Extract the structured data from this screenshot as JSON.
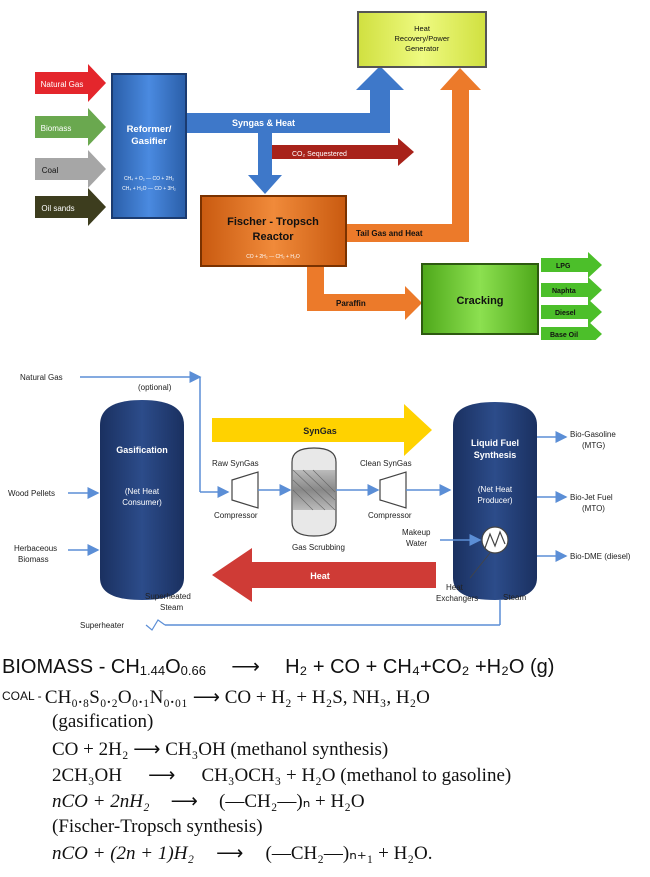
{
  "top": {
    "inputs": [
      "Natural Gas",
      "Biomass",
      "Coal",
      "Oil sands"
    ],
    "reformer_l1": "Reformer/",
    "reformer_l2": "Gasifier",
    "reformer_eq1": "CH₄ + O₂ — CO + 2H₂",
    "reformer_eq2": "CH₄ + H₂O — CO + 3H₂",
    "syngas_heat": "Syngas & Heat",
    "co2": "CO₂ Sequestered",
    "heat_l1": "Heat",
    "heat_l2": "Recovery/Power",
    "heat_l3": "Generator",
    "ft_l1": "Fischer - Tropsch",
    "ft_l2": "Reactor",
    "ft_eq": "CO + 2H₂ — CH₂ + H₂O",
    "tail_gas": "Tail Gas and Heat",
    "paraffin": "Paraffin",
    "cracking": "Cracking",
    "outputs": [
      "LPG",
      "Naphta",
      "Diesel",
      "Base Oil"
    ]
  },
  "mid": {
    "natural_gas": "Natural Gas",
    "optional": "(optional)",
    "wood_pellets": "Wood Pellets",
    "herb_l1": "Herbaceous",
    "herb_l2": "Biomass",
    "gas_l1": "Gasification",
    "gas_l2": "(Net Heat",
    "gas_l3": "Consumer)",
    "syngas": "SynGas",
    "raw_syngas": "Raw SynGas",
    "compressor1": "Compressor",
    "gas_scrubbing": "Gas Scrubbing",
    "clean_syngas": "Clean SynGas",
    "compressor2": "Compressor",
    "lfs_l1": "Liquid Fuel",
    "lfs_l2": "Synthesis",
    "lfs_l3": "(Net Heat",
    "lfs_l4": "Producer)",
    "makeup_l1": "Makeup",
    "makeup_l2": "Water",
    "heat": "Heat",
    "hx_l1": "Heat",
    "hx_l2": "Exchangers",
    "steam": "Steam",
    "sh_steam_l1": "Superheated",
    "sh_steam_l2": "Steam",
    "superheater": "Superheater",
    "out1_l1": "Bio-Gasoline",
    "out1_l2": "(MTG)",
    "out2_l1": "Bio-Jet Fuel",
    "out2_l2": "(MTO)",
    "out3": "Bio-DME (diesel)"
  },
  "equations": {
    "biomass_prefix": "BIOMASS - CH",
    "biomass_sub1": "1.44",
    "biomass_o": "O",
    "biomass_sub2": "0.66",
    "biomass_products": "H₂ + CO + CH₄+CO₂ +H₂O (g)",
    "coal_label": "COAL - ",
    "coal_reactant": "CH₀.₈S₀.₂O₀.₁N₀.₀₁",
    "coal_products": "CO + H₂ + H₂S, NH₃, H₂O",
    "coal_note": "(gasification)",
    "meoh_reactant": "CO + 2H₂",
    "meoh_products": "CH₃OH (methanol synthesis)",
    "mtg_reactant": "2CH₃OH",
    "mtg_products": "CH₃OCH₃ + H₂O (methanol to gasoline)",
    "ft_reactant": "nCO + 2nH₂",
    "ft_products": "(—CH₂—)ₙ + H₂O",
    "ft_note": "(Fischer-Tropsch synthesis)",
    "ft2_reactant": "nCO + (2n + 1)H₂",
    "ft2_products": "(—CH₂—)ₙ₊₁ + H₂O."
  },
  "colors": {
    "red": "#e4262c",
    "green": "#6aa84f",
    "gray": "#a6a6a6",
    "dark": "#3d3d1e",
    "blue": "#3e78c9",
    "orange": "#ec7a2a",
    "yellowgreen": "#dcf060",
    "brightgreen": "#6fcf30",
    "navy": "#1f3864",
    "yellow": "#ffd200",
    "heatred": "#cf3b36",
    "linkblue": "#5b8ed6"
  }
}
